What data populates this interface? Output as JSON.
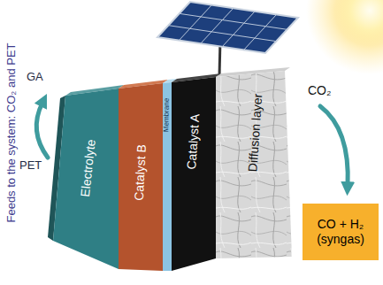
{
  "diagram": {
    "nodes": [
      {
        "text": [
          "Electrolyte"
        ]
      },
      {
        "text": [
          "Catalyst B"
        ]
      },
      {
        "text": [
          "Membrane"
        ]
      },
      {
        "text": [
          "Catalyst A"
        ]
      },
      {
        "text": [
          "Diffusion layer"
        ]
      },
      {
        "text": [
          "CO + H₂ (syngas)"
        ]
      }
    ],
    "labels": [
      "Feeds to the system: CO₂ and PET",
      "GA",
      "PET",
      "CO₂"
    ]
  }
}
